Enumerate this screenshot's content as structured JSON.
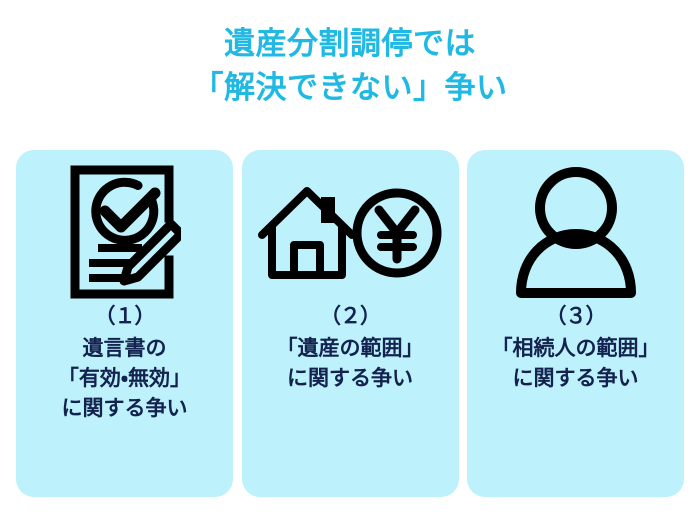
{
  "title": {
    "line1": "遺産分割調停では",
    "line2": "「解決できない」争い",
    "color": "#21b9e3"
  },
  "theme": {
    "background": "#ffffff",
    "card_background": "#bdf1fc",
    "card_text_color": "#13224e",
    "icon_color": "#000000"
  },
  "cards": [
    {
      "number": "（１）",
      "icon": "document-check-pencil-icon",
      "lines": [
        "遺言書の",
        "「有効・無効」",
        "に関する争い"
      ]
    },
    {
      "number": "（２）",
      "icon": "house-yen-coin-icon",
      "lines": [
        "「遺産の範囲」",
        "に関する争い"
      ]
    },
    {
      "number": "（３）",
      "icon": "person-icon",
      "lines": [
        "「相続人の範囲」",
        "に関する争い"
      ]
    }
  ]
}
